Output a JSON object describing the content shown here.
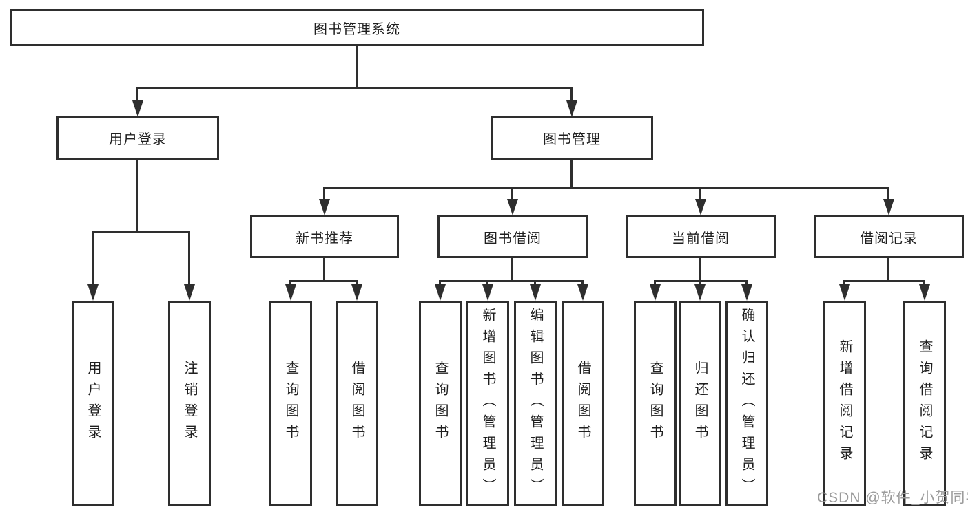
{
  "diagram": {
    "root": {
      "label": "图书管理系统"
    },
    "level2": [
      {
        "label": "用户登录"
      },
      {
        "label": "图书管理"
      }
    ],
    "level3": [
      {
        "label": "新书推荐"
      },
      {
        "label": "图书借阅"
      },
      {
        "label": "当前借阅"
      },
      {
        "label": "借阅记录"
      }
    ],
    "leaves": [
      {
        "label": "用户登录"
      },
      {
        "label": "注销登录"
      },
      {
        "label": "查询图书"
      },
      {
        "label": "借阅图书"
      },
      {
        "label": "查询图书"
      },
      {
        "label": "新增图书（管理员）"
      },
      {
        "label": "编辑图书（管理员）"
      },
      {
        "label": "借阅图书"
      },
      {
        "label": "查询图书"
      },
      {
        "label": "归还图书"
      },
      {
        "label": "确认归还（管理员）"
      },
      {
        "label": "新增借阅记录"
      },
      {
        "label": "查询借阅记录"
      }
    ]
  },
  "watermark": {
    "text": "CSDN @软件_小贺同学"
  },
  "colors": {
    "line": "#2e2e2e",
    "text": "#1f1f1f",
    "watermark": "#9b9b9b",
    "background": "#ffffff"
  }
}
